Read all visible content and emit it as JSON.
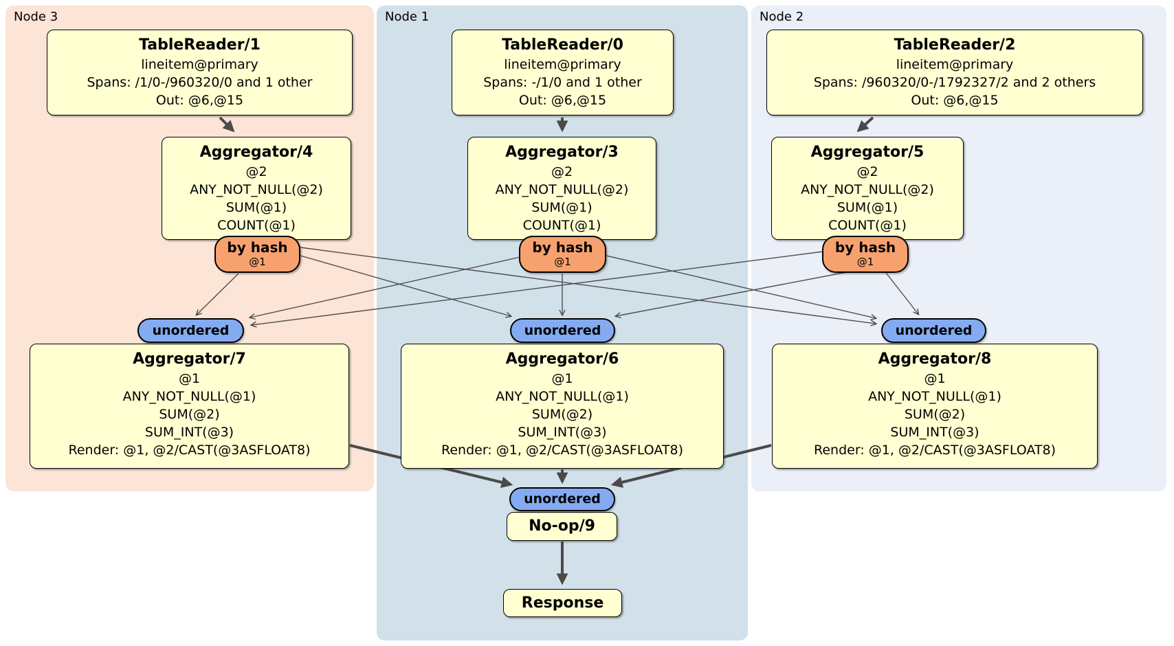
{
  "regions": {
    "node3": {
      "label": "Node 3"
    },
    "node1": {
      "label": "Node 1"
    },
    "node2": {
      "label": "Node 2"
    }
  },
  "boxes": {
    "tr1": {
      "title": "TableReader/1",
      "lines": [
        "lineitem@primary",
        "Spans: /1/0-/960320/0 and 1 other",
        "Out: @6,@15"
      ]
    },
    "tr0": {
      "title": "TableReader/0",
      "lines": [
        "lineitem@primary",
        "Spans: -/1/0 and 1 other",
        "Out: @6,@15"
      ]
    },
    "tr2": {
      "title": "TableReader/2",
      "lines": [
        "lineitem@primary",
        "Spans: /960320/0-/1792327/2 and 2 others",
        "Out: @6,@15"
      ]
    },
    "agg4": {
      "title": "Aggregator/4",
      "lines": [
        "@2",
        "ANY_NOT_NULL(@2)",
        "SUM(@1)",
        "COUNT(@1)"
      ]
    },
    "agg3": {
      "title": "Aggregator/3",
      "lines": [
        "@2",
        "ANY_NOT_NULL(@2)",
        "SUM(@1)",
        "COUNT(@1)"
      ]
    },
    "agg5": {
      "title": "Aggregator/5",
      "lines": [
        "@2",
        "ANY_NOT_NULL(@2)",
        "SUM(@1)",
        "COUNT(@1)"
      ]
    },
    "agg7": {
      "title": "Aggregator/7",
      "lines": [
        "@1",
        "ANY_NOT_NULL(@1)",
        "SUM(@2)",
        "SUM_INT(@3)",
        "Render: @1, @2/CAST(@3ASFLOAT8)"
      ]
    },
    "agg6": {
      "title": "Aggregator/6",
      "lines": [
        "@1",
        "ANY_NOT_NULL(@1)",
        "SUM(@2)",
        "SUM_INT(@3)",
        "Render: @1, @2/CAST(@3ASFLOAT8)"
      ]
    },
    "agg8": {
      "title": "Aggregator/8",
      "lines": [
        "@1",
        "ANY_NOT_NULL(@1)",
        "SUM(@2)",
        "SUM_INT(@3)",
        "Render: @1, @2/CAST(@3ASFLOAT8)"
      ]
    },
    "noop": {
      "title": "No-op/9"
    },
    "response": {
      "title": "Response"
    }
  },
  "routers": {
    "bh3": {
      "label": "by hash",
      "detail": "@1"
    },
    "bh1": {
      "label": "by hash",
      "detail": "@1"
    },
    "bh2": {
      "label": "by hash",
      "detail": "@1"
    }
  },
  "syncs": {
    "un1": {
      "label": "unordered"
    },
    "un2": {
      "label": "unordered"
    },
    "un3": {
      "label": "unordered"
    },
    "un4": {
      "label": "unordered"
    }
  },
  "colors": {
    "node3_bg": "#fce4d6",
    "node1_bg": "#d2e0ea",
    "node2_bg": "#eaeff8",
    "processor_fill": "#ffffd2",
    "router_fill": "#f7a26e",
    "sync_fill": "#84abf1",
    "edge_color": "#4a4a4a"
  }
}
